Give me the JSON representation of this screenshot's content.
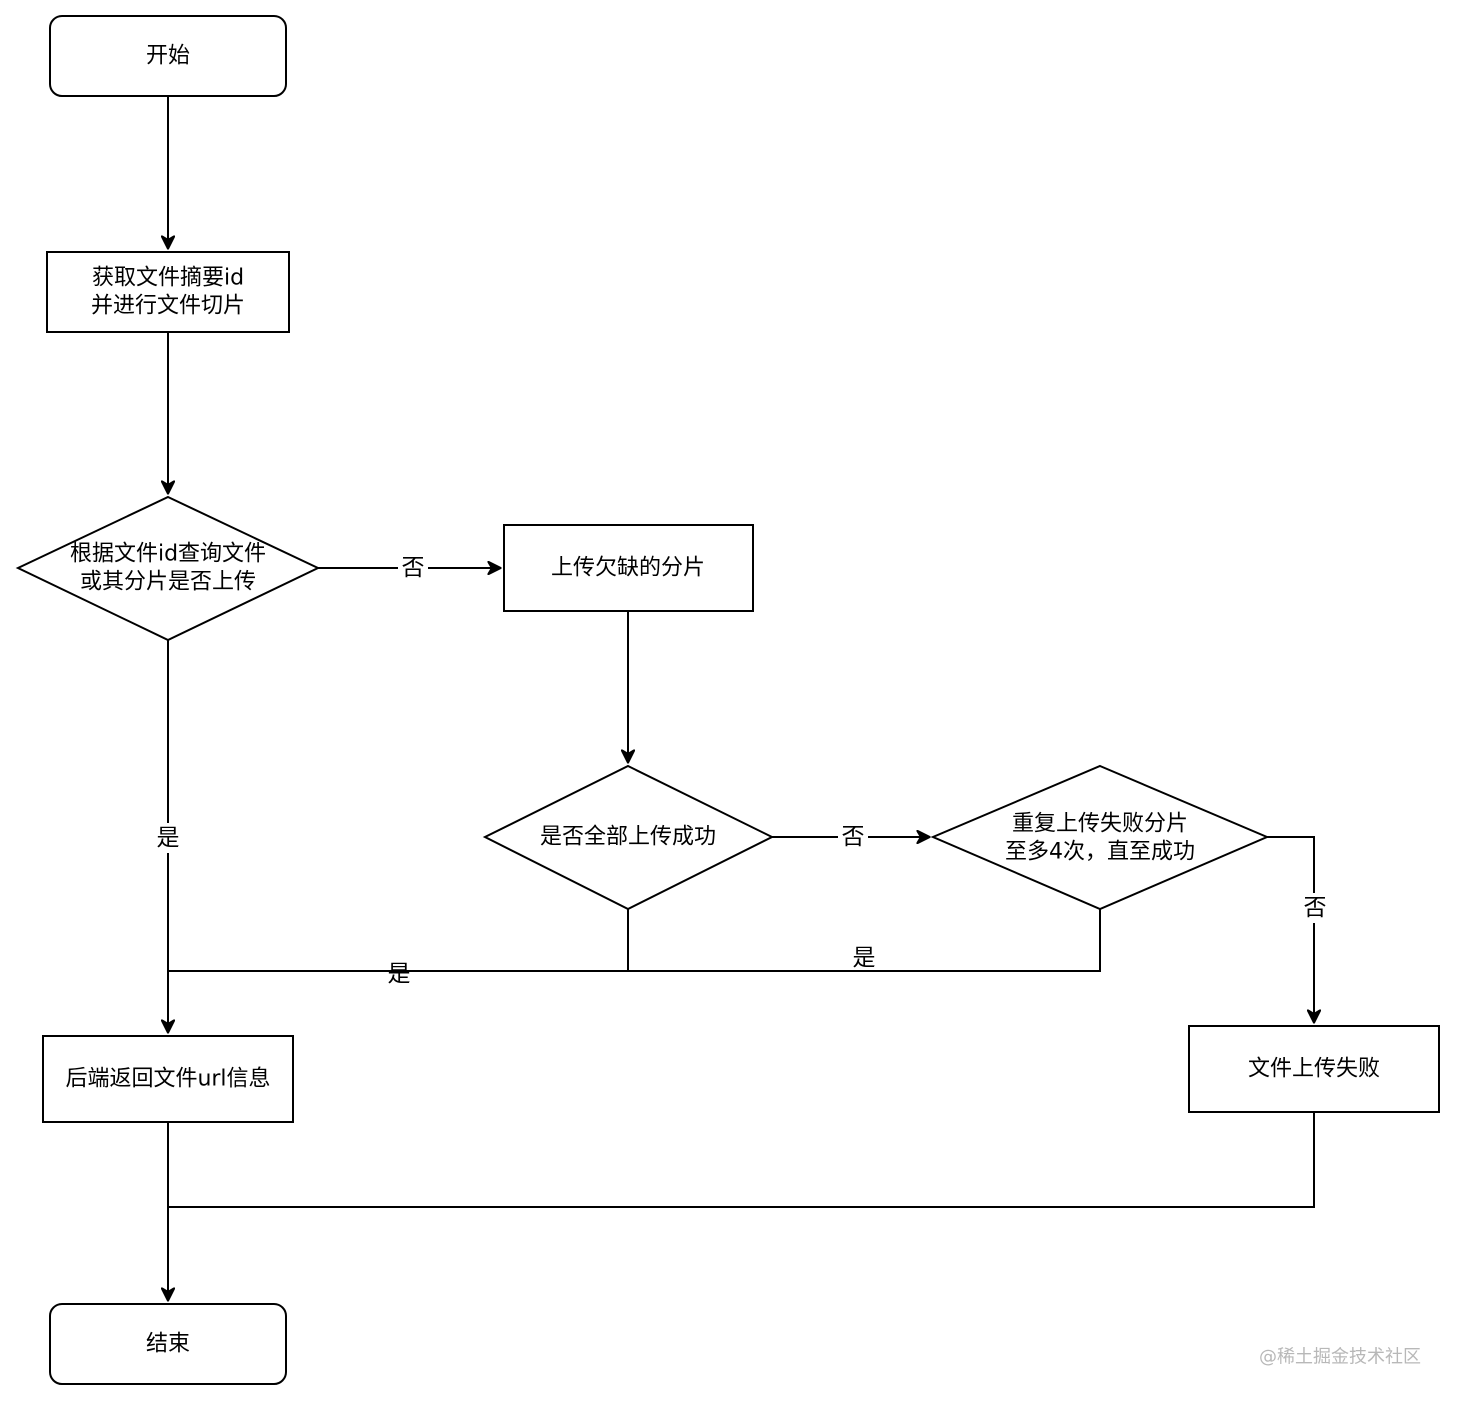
{
  "nodes": {
    "start": {
      "label": "开始"
    },
    "get_digest": {
      "lines": [
        "获取文件摘要id",
        "并进行文件切片"
      ]
    },
    "check_uploaded": {
      "lines": [
        "根据文件id查询文件",
        "或其分片是否上传"
      ]
    },
    "upload_missing": {
      "label": "上传欠缺的分片"
    },
    "all_success": {
      "label": "是否全部上传成功"
    },
    "retry": {
      "lines": [
        "重复上传失败分片",
        "至多4次，直至成功"
      ]
    },
    "backend_return": {
      "label": "后端返回文件url信息"
    },
    "upload_failed": {
      "label": "文件上传失败"
    },
    "end": {
      "label": "结束"
    }
  },
  "edge_labels": {
    "check_no": "否",
    "check_yes": "是",
    "all_no": "否",
    "all_yes": "是",
    "retry_yes": "是",
    "retry_no": "否"
  },
  "watermark": "@稀土掘金技术社区"
}
